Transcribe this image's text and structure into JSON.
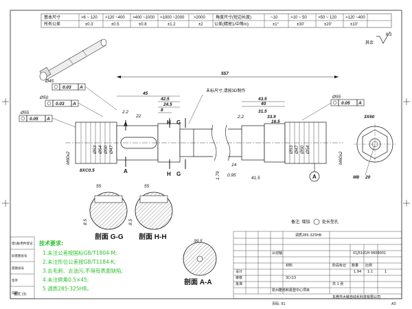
{
  "tolerance_table": {
    "row1_label": "基本尺寸",
    "row2_label": "所有公差",
    "headers": [
      ">6 ~ 120",
      ">120 ~400",
      ">400 ~1000",
      ">1000 ~2000",
      ">2000",
      "角度尺寸(短边长度)",
      "~10",
      ">10 ~ 50",
      ">50 ~ 120",
      ">120 ~400"
    ],
    "values": [
      "±0.3",
      "±0.5",
      "±0.8",
      "±1.2",
      "±2",
      "公差(精密1/中等m)",
      "±1°",
      "±30'",
      "±20'",
      "±10'"
    ]
  },
  "roughness": {
    "value": "6.3",
    "suffix": "其余"
  },
  "dimensions": {
    "overall": "557",
    "note_unmarked": "未标尺寸,请按3D制作",
    "d45": "45",
    "d43_5": "43.5",
    "d42_5": "42.5",
    "d24_5": "24.5",
    "d8": "8",
    "d22": "22",
    "d40": "40",
    "d31_5": "31.5",
    "d33_9": "33.9",
    "d16_5": "16.5",
    "d2_2a": "2.2",
    "d2_2b": "2.2",
    "d0_95": "0.95",
    "d41_5": "41.5",
    "d1_79": "1.79",
    "d14": "14",
    "d55": "55",
    "d50": "50",
    "dm60": "M60x2",
    "dm8": "M8",
    "d20": "20",
    "thread": "8XC0.5",
    "hex": "3X60",
    "d39_5": "39.5",
    "d8_5a": "8.5",
    "d8_5b": "8.5",
    "d55b": "55",
    "d55c": "55"
  },
  "dia_labels_left": [
    "Ø54",
    "Ø50",
    "Ø47",
    "Ø53"
  ],
  "dia_labels_right": [
    "Ø53",
    "Ø47",
    "Ø50",
    "Ø54"
  ],
  "gdt": {
    "left_top": {
      "tol": "0.03",
      "datum": "A"
    },
    "left_mid": {
      "tol": "0.03",
      "datum": "A"
    },
    "left_low": {
      "tol": "0.05",
      "datum": "A"
    },
    "right": {
      "tol": "0.05",
      "datum": "A"
    },
    "left_dia_top": "Ø45",
    "left_dia_mid": "Ø50",
    "left_dia_low": "Ø55",
    "right_dia": "Ø55"
  },
  "section_marks": {
    "A": "A",
    "G": "G",
    "H": "H",
    "datum": "A"
  },
  "sections": {
    "gg": "剖面 G-G",
    "hh": "剖面 H-H",
    "aa": "剖面 A-A"
  },
  "remark": "备注: 增加",
  "remark_tail": "处长型孔",
  "tech": {
    "heading": "技术要求:",
    "items": [
      "1.未注公差按国标GB/T1804-M;",
      "2.未注形位公差按GB/T1184-K;",
      "3.去毛刺、去油污,不得有表面缺陷;",
      "4.未注倒角0.5×45;",
      "5.调质285-325HB。"
    ]
  },
  "title_block": {
    "process": "调质285-325HB",
    "material_label": "材料",
    "part_name": "从动轴",
    "drawing_no": "01J5101H 0608001",
    "material": "3Cr13",
    "scale": "1:1",
    "weight": "1.94",
    "sheet_total": "1",
    "company": "杭州酷培和嘉登中心项目",
    "company2": "东莞市大敏自动化科技有限公司",
    "designer": "设计",
    "check": "审核",
    "approve": "批准",
    "stage_label": "阶段标记",
    "qty_label": "数量",
    "ratio_label": "比例",
    "sheet_label": "共 1 张",
    "format": "格式 (3)",
    "a3": "A3",
    "page_no": "页码: 91"
  },
  "left_strip": [
    "借(通)用件登记",
    "旧底图总号",
    "底图总号",
    "签字",
    "日期"
  ]
}
